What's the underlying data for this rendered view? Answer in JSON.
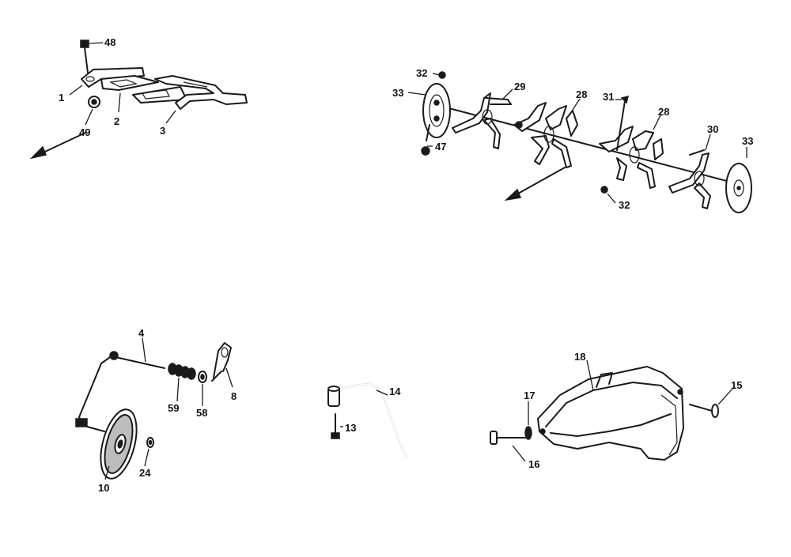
{
  "callouts": {
    "c48": "48",
    "c1": "1",
    "c2": "2",
    "c3": "3",
    "c49": "49",
    "c32a": "32",
    "c33a": "33",
    "c29": "29",
    "c28a": "28",
    "c31": "31",
    "c28b": "28",
    "c30": "30",
    "c33b": "33",
    "c47": "47",
    "c32b": "32",
    "c4": "4",
    "c8": "8",
    "c59": "59",
    "c58": "58",
    "c10": "10",
    "c24": "24",
    "c14": "14",
    "c13": "13",
    "c18": "18",
    "c17": "17",
    "c15": "15",
    "c16": "16"
  }
}
